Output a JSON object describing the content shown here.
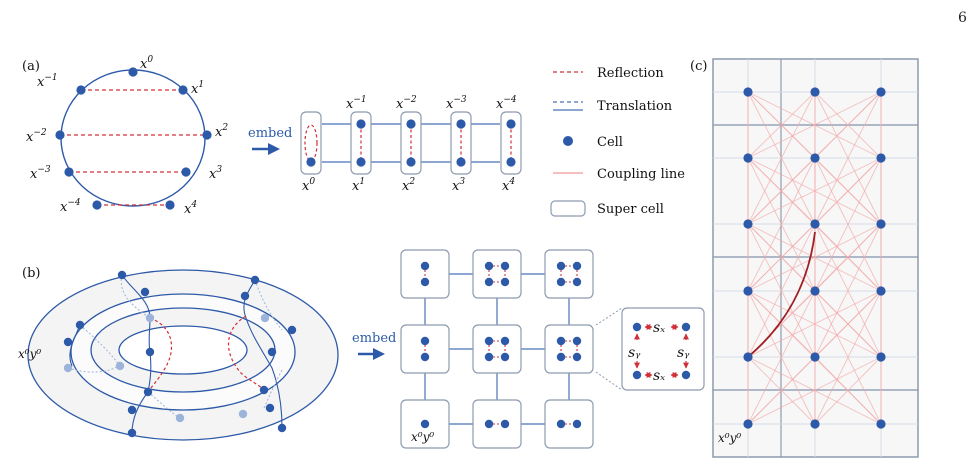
{
  "page_number": "6",
  "panel_a": {
    "label": "(a)",
    "ring_base": "x",
    "ring_sups": [
      "0",
      "1",
      "2",
      "3",
      "4",
      "−4",
      "−3",
      "−2",
      "−1"
    ],
    "embed": "embed",
    "chain_base": "x",
    "chain_top_sups": [
      "−1",
      "−2",
      "−3",
      "−4"
    ],
    "chain_bottom_sups": [
      "0",
      "1",
      "2",
      "3",
      "4"
    ]
  },
  "legend": {
    "reflection": "Reflection",
    "translation": "Translation",
    "cell": "Cell",
    "coupling": "Coupling line",
    "supercell": "Super cell"
  },
  "panel_b": {
    "label": "(b)",
    "origin": "x⁰y⁰",
    "embed": "embed",
    "grid_origin": "x⁰y⁰",
    "zoom": {
      "sx_top": "sₓ",
      "sx_bottom": "sₓ",
      "sy_left": "sᵧ",
      "sy_right": "sᵧ"
    }
  },
  "panel_c": {
    "label": "(c)",
    "origin": "x⁰y⁰"
  },
  "colors": {
    "node": "#2d5aa8",
    "node_light": "#9db4da",
    "reflection": "#d0303a",
    "translation": "#4a72b8",
    "coupling": "#f4a8a8",
    "curve": "#a11f24",
    "box": "#8e9bb0"
  }
}
